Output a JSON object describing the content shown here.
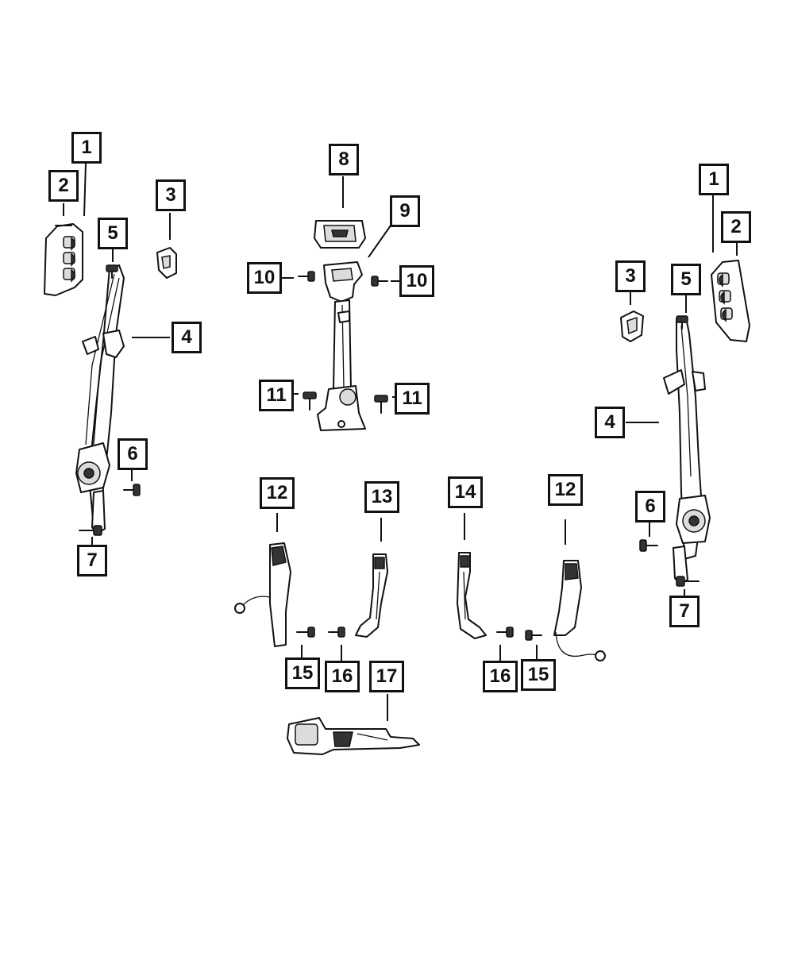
{
  "callouts": {
    "left_1": "1",
    "left_2": "2",
    "left_3": "3",
    "left_4": "4",
    "left_5": "5",
    "left_6": "6",
    "left_7": "7",
    "center_8": "8",
    "center_9": "9",
    "center_10_left": "10",
    "center_10_right": "10",
    "center_11_left": "11",
    "center_11_right": "11",
    "lower_12_left": "12",
    "lower_13": "13",
    "lower_14": "14",
    "lower_12_right": "12",
    "lower_15_left": "15",
    "lower_16_left": "16",
    "lower_16_right": "16",
    "lower_15_right": "15",
    "lower_17": "17",
    "right_1": "1",
    "right_2": "2",
    "right_3": "3",
    "right_4": "4",
    "right_5": "5",
    "right_6": "6",
    "right_7": "7"
  }
}
